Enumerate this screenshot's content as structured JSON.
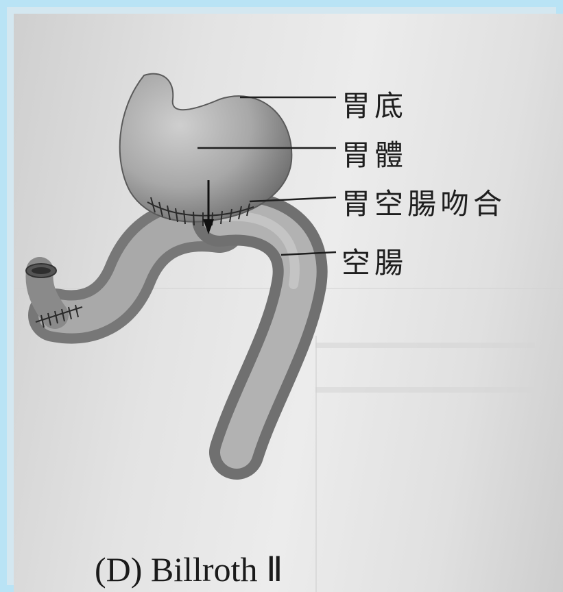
{
  "labels": {
    "fundus": "胃底",
    "body": "胃體",
    "anastomosis": "胃空腸吻合",
    "jejunum": "空腸"
  },
  "caption": "(D) Billroth Ⅱ",
  "colors": {
    "ink": "#1e1e1e",
    "organ_light": "#b8b8b8",
    "organ_dark": "#5a5a5a",
    "paper": "#e6e6e6",
    "frame": "#b9e3f5"
  }
}
